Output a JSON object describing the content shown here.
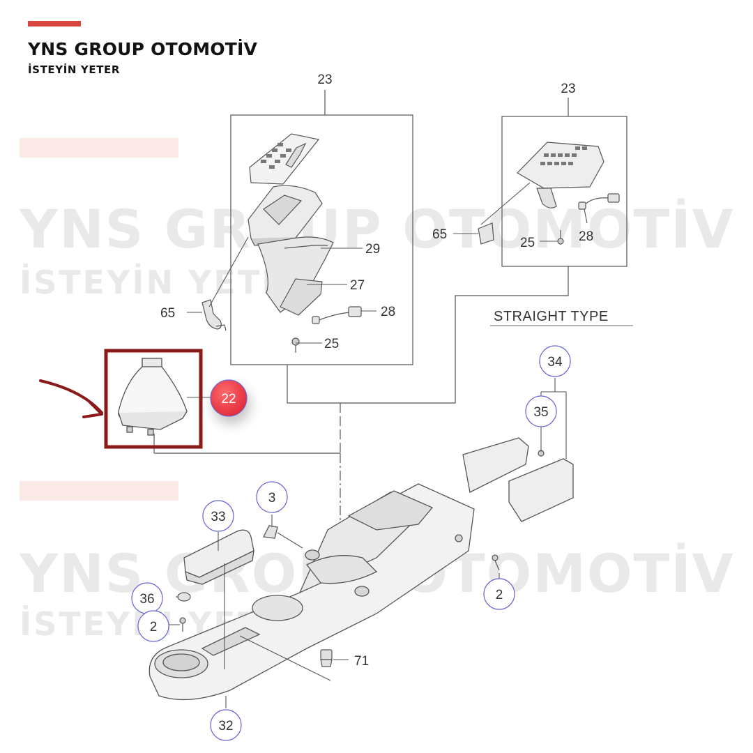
{
  "brand": {
    "title": "YNS GROUP OTOMOTİV",
    "subtitle": "İSTEYİN YETER",
    "accent_color": "#d9453f"
  },
  "diagram": {
    "section_title": "STRAIGHT TYPE",
    "highlight_color": "#8b1a1a",
    "highlight_part": "22",
    "callouts": [
      {
        "id": "23-left",
        "number": "23"
      },
      {
        "id": "23-right",
        "number": "23"
      },
      {
        "id": "29",
        "number": "29"
      },
      {
        "id": "27",
        "number": "27"
      },
      {
        "id": "28-left",
        "number": "28"
      },
      {
        "id": "28-right",
        "number": "28"
      },
      {
        "id": "65-left",
        "number": "65"
      },
      {
        "id": "65-right",
        "number": "65"
      },
      {
        "id": "25-left",
        "number": "25"
      },
      {
        "id": "25-right",
        "number": "25"
      },
      {
        "id": "22",
        "number": "22"
      },
      {
        "id": "34",
        "number": "34"
      },
      {
        "id": "35",
        "number": "35"
      },
      {
        "id": "3",
        "number": "3"
      },
      {
        "id": "33",
        "number": "33"
      },
      {
        "id": "36",
        "number": "36"
      },
      {
        "id": "2-left",
        "number": "2"
      },
      {
        "id": "2-right",
        "number": "2"
      },
      {
        "id": "71",
        "number": "71"
      },
      {
        "id": "32",
        "number": "32"
      }
    ]
  }
}
